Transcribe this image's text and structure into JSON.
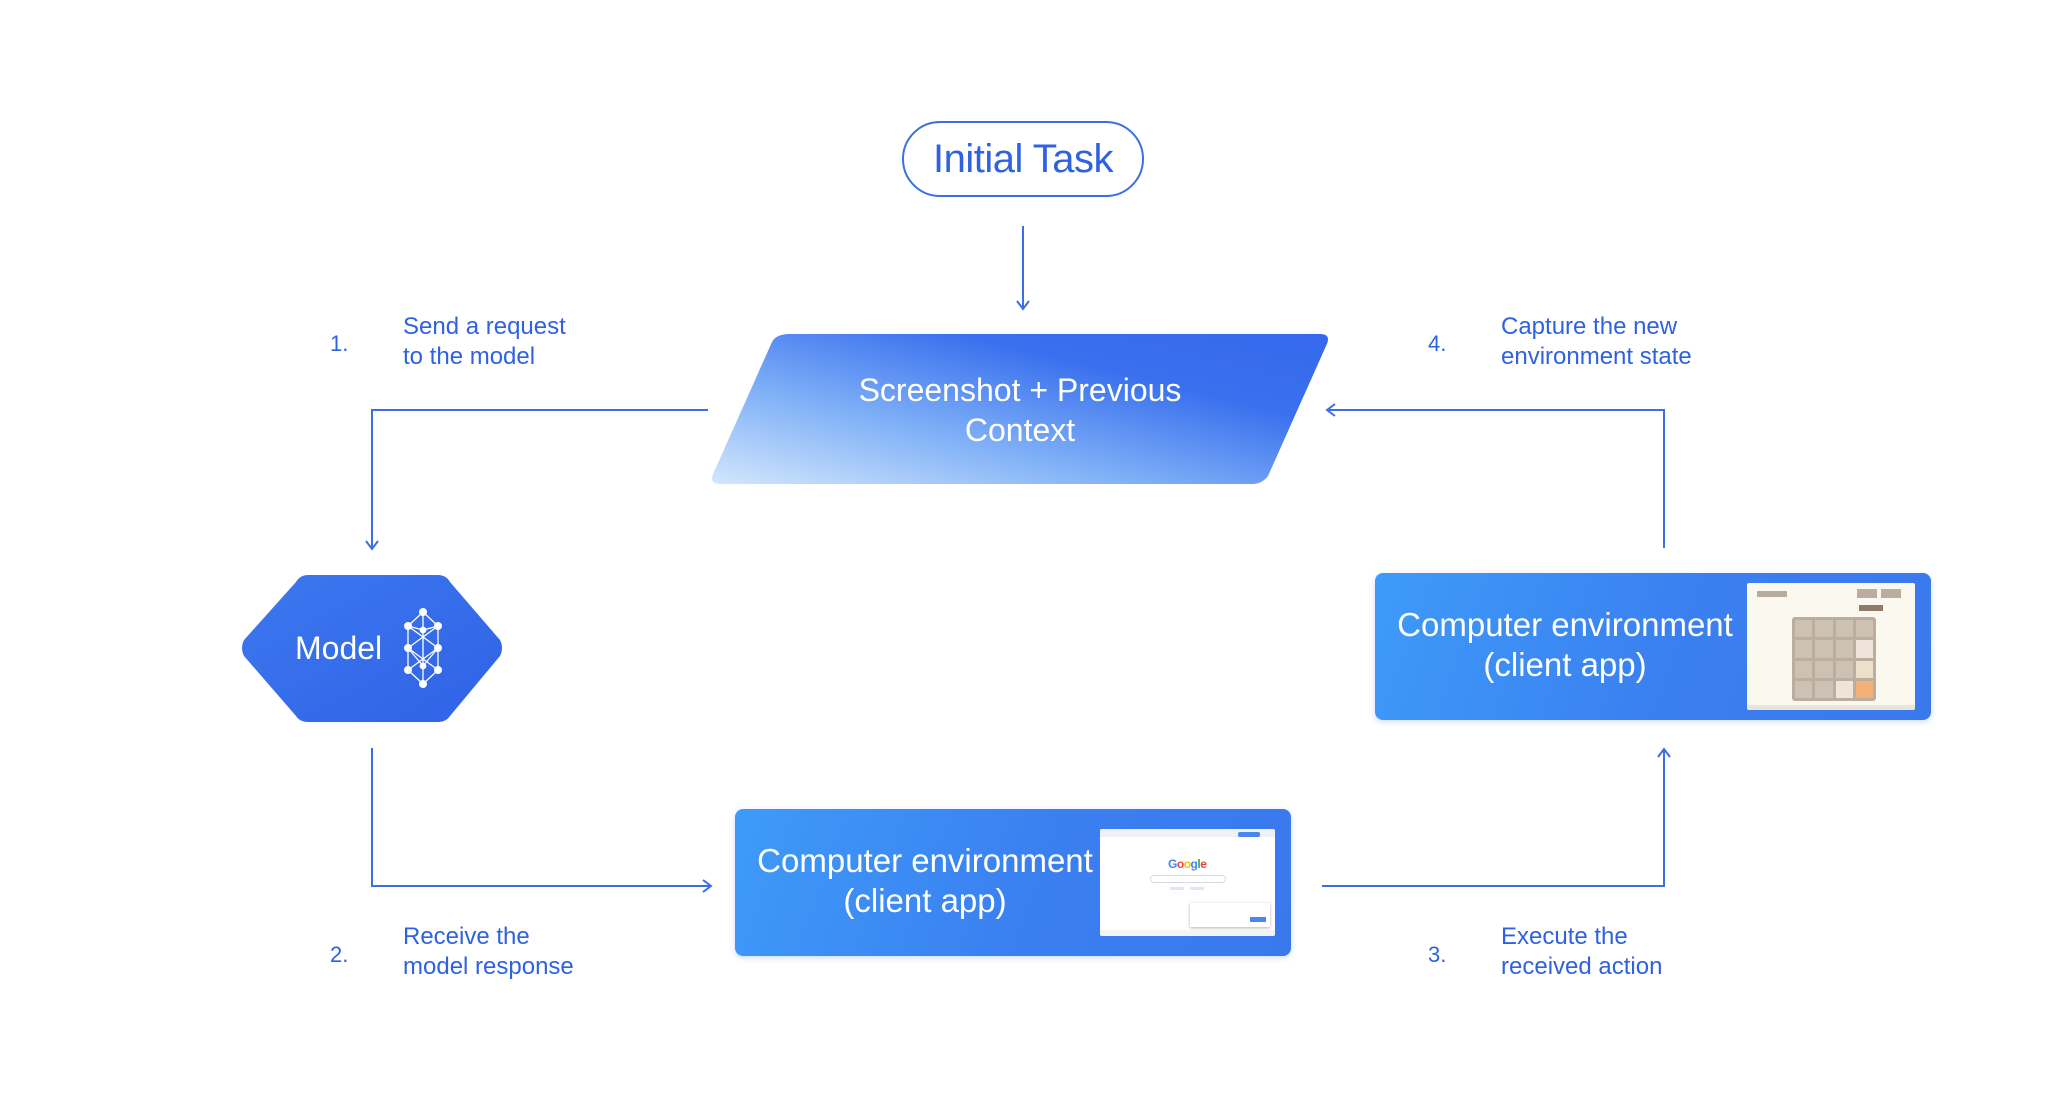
{
  "diagram": {
    "initial_task": "Initial Task",
    "context_node": {
      "line1": "Screenshot + Previous",
      "line2": "Context"
    },
    "model_node": {
      "label": "Model",
      "icon": "neural-network-icon"
    },
    "env_bottom": {
      "line1": "Computer environment",
      "line2": "(client app)",
      "thumbnail": "google-search-screenshot"
    },
    "env_right": {
      "line1": "Computer environment",
      "line2": "(client app)",
      "thumbnail": "2048-game-screenshot"
    },
    "steps": [
      {
        "num": "1.",
        "line1": "Send a request",
        "line2": "to the model"
      },
      {
        "num": "2.",
        "line1": "Receive the",
        "line2": "model response"
      },
      {
        "num": "3.",
        "line1": "Execute the",
        "line2": "received action"
      },
      {
        "num": "4.",
        "line1": "Capture the new",
        "line2": "environment state"
      }
    ],
    "colors": {
      "accent": "#2f62e0",
      "line": "#3b6fe4",
      "shape_dark": "#3467ec",
      "shape_light": "#cfe3fb"
    }
  }
}
